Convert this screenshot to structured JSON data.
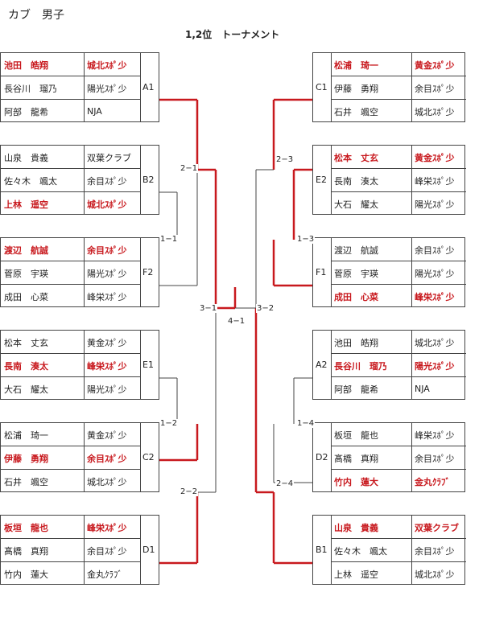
{
  "header": {
    "title": "カブ　男子",
    "subtitle": "1,2位　トーナメント"
  },
  "groups": [
    {
      "id": "A1",
      "rows": [
        {
          "name": "池田　皓翔",
          "club": "城北ｽﾎﾟ少",
          "win": true
        },
        {
          "name": "長谷川　瑠乃",
          "club": "陽光ｽﾎﾟ少",
          "win": false
        },
        {
          "name": "阿部　龍希",
          "club": "NJA",
          "win": false
        }
      ]
    },
    {
      "id": "B2",
      "rows": [
        {
          "name": "山泉　貴義",
          "club": "双葉クラブ",
          "win": false
        },
        {
          "name": "佐々木　颯太",
          "club": "余目ｽﾎﾟ少",
          "win": false
        },
        {
          "name": "上林　遥空",
          "club": "城北ｽﾎﾟ少",
          "win": true
        }
      ]
    },
    {
      "id": "F2",
      "rows": [
        {
          "name": "渡辺　航誠",
          "club": "余目ｽﾎﾟ少",
          "win": true
        },
        {
          "name": "菅原　宇瑛",
          "club": "陽光ｽﾎﾟ少",
          "win": false
        },
        {
          "name": "成田　心菜",
          "club": "峰栄ｽﾎﾟ少",
          "win": false
        }
      ]
    },
    {
      "id": "E1",
      "rows": [
        {
          "name": "松本　丈玄",
          "club": "黄金ｽﾎﾟ少",
          "win": false
        },
        {
          "name": "長南　湊太",
          "club": "峰栄ｽﾎﾟ少",
          "win": true
        },
        {
          "name": "大石　耀太",
          "club": "陽光ｽﾎﾟ少",
          "win": false
        }
      ]
    },
    {
      "id": "C2",
      "rows": [
        {
          "name": "松浦　琦一",
          "club": "黄金ｽﾎﾟ少",
          "win": false
        },
        {
          "name": "伊藤　勇翔",
          "club": "余目ｽﾎﾟ少",
          "win": true
        },
        {
          "name": "石井　颯空",
          "club": "城北ｽﾎﾟ少",
          "win": false
        }
      ]
    },
    {
      "id": "D1",
      "rows": [
        {
          "name": "板垣　龍也",
          "club": "峰栄ｽﾎﾟ少",
          "win": true
        },
        {
          "name": "髙橋　真翔",
          "club": "余目ｽﾎﾟ少",
          "win": false
        },
        {
          "name": "竹内　蓮大",
          "club": "金丸ｸﾗﾌﾞ",
          "win": false
        }
      ]
    },
    {
      "id": "C1",
      "rows": [
        {
          "name": "松浦　琦一",
          "club": "黄金ｽﾎﾟ少",
          "win": true
        },
        {
          "name": "伊藤　勇翔",
          "club": "余目ｽﾎﾟ少",
          "win": false
        },
        {
          "name": "石井　颯空",
          "club": "城北ｽﾎﾟ少",
          "win": false
        }
      ]
    },
    {
      "id": "E2",
      "rows": [
        {
          "name": "松本　丈玄",
          "club": "黄金ｽﾎﾟ少",
          "win": true
        },
        {
          "name": "長南　湊太",
          "club": "峰栄ｽﾎﾟ少",
          "win": false
        },
        {
          "name": "大石　耀太",
          "club": "陽光ｽﾎﾟ少",
          "win": false
        }
      ]
    },
    {
      "id": "F1",
      "rows": [
        {
          "name": "渡辺　航誠",
          "club": "余目ｽﾎﾟ少",
          "win": false
        },
        {
          "name": "菅原　宇瑛",
          "club": "陽光ｽﾎﾟ少",
          "win": false
        },
        {
          "name": "成田　心菜",
          "club": "峰栄ｽﾎﾟ少",
          "win": true
        }
      ]
    },
    {
      "id": "A2",
      "rows": [
        {
          "name": "池田　皓翔",
          "club": "城北ｽﾎﾟ少",
          "win": false
        },
        {
          "name": "長谷川　瑠乃",
          "club": "陽光ｽﾎﾟ少",
          "win": true
        },
        {
          "name": "阿部　龍希",
          "club": "NJA",
          "win": false
        }
      ]
    },
    {
      "id": "D2",
      "rows": [
        {
          "name": "板垣　龍也",
          "club": "峰栄ｽﾎﾟ少",
          "win": false
        },
        {
          "name": "髙橋　真翔",
          "club": "余目ｽﾎﾟ少",
          "win": false
        },
        {
          "name": "竹内　蓮大",
          "club": "金丸ｸﾗﾌﾞ",
          "win": true
        }
      ]
    },
    {
      "id": "B1",
      "rows": [
        {
          "name": "山泉　貴義",
          "club": "双葉クラブ",
          "win": true
        },
        {
          "name": "佐々木　颯太",
          "club": "余目ｽﾎﾟ少",
          "win": false
        },
        {
          "name": "上林　遥空",
          "club": "城北ｽﾎﾟ少",
          "win": false
        }
      ]
    }
  ],
  "matches": [
    "2−1",
    "1−1",
    "1−2",
    "2−2",
    "3−1",
    "4−1",
    "3−2",
    "2−3",
    "1−3",
    "1−4",
    "2−4"
  ],
  "colors": {
    "winner": "#c8191e",
    "line": "#444444"
  }
}
